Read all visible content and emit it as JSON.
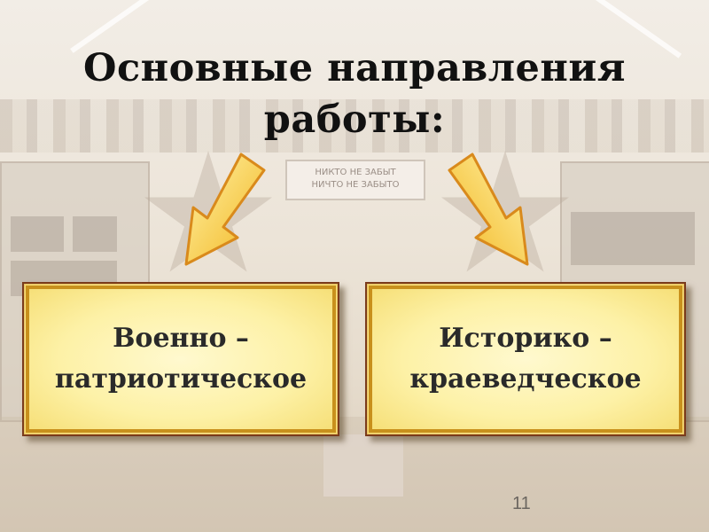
{
  "slide": {
    "title": "Основные направления\nработы:",
    "box_left": "Военно –\nпатриотическое",
    "box_right": "Историко –\nкраеведческое",
    "page_number": "11",
    "banner_text": "НИКТО НЕ ЗАБЫТ\nНИЧТО НЕ ЗАБЫТО"
  },
  "colors": {
    "box_fill": "#fdf1a6",
    "box_border": "#c8901c",
    "arrow_fill": "#f6c632",
    "arrow_stroke": "#d98a1c"
  },
  "icons": [
    "down-left-arrow-icon",
    "down-right-arrow-icon"
  ]
}
